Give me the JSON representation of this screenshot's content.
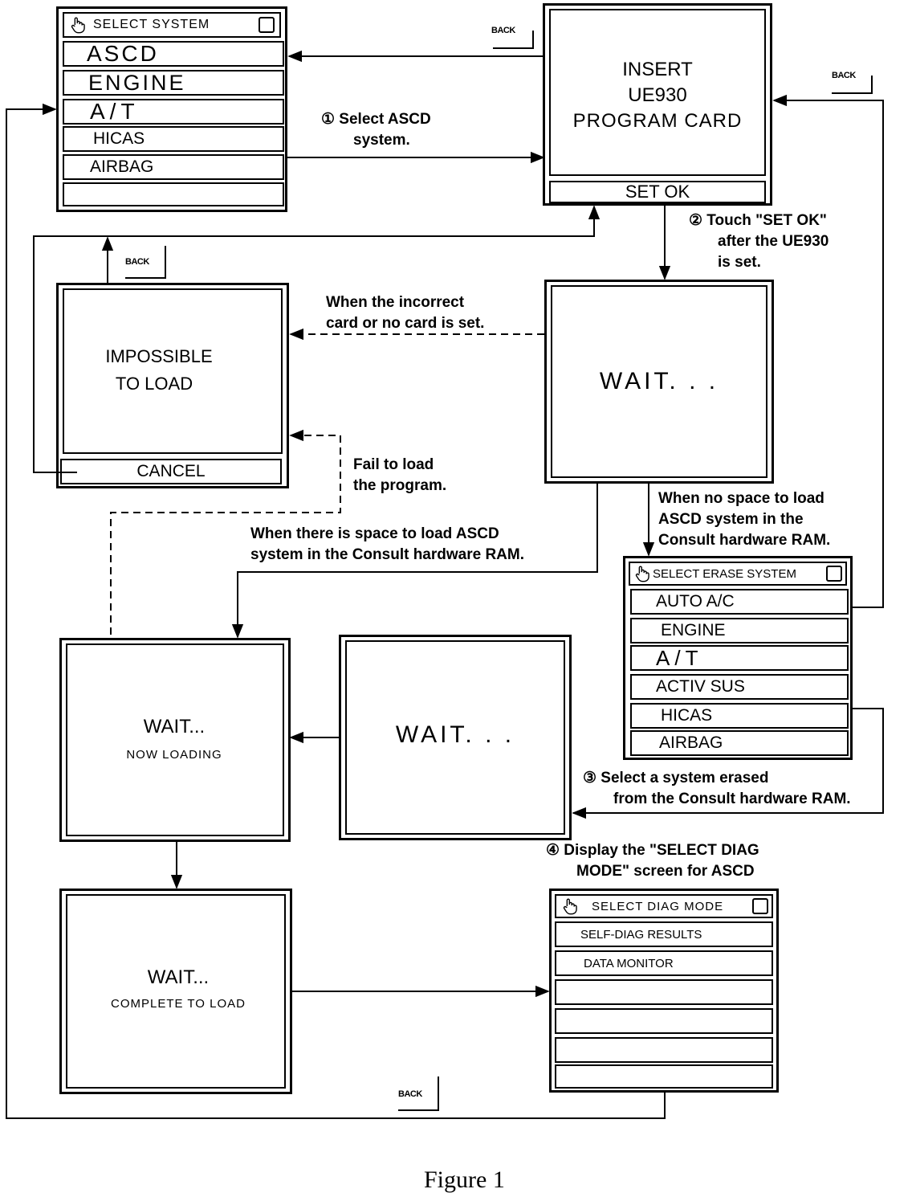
{
  "select_system": {
    "header": "SELECT  SYSTEM",
    "items": [
      "ASCD",
      "ENGINE",
      "A/T",
      "HICAS",
      "AIRBAG",
      ""
    ]
  },
  "insert_card": {
    "lines": [
      "INSERT",
      "UE930",
      "PROGRAM  CARD"
    ],
    "button": "SET  OK"
  },
  "impossible": {
    "lines": [
      "IMPOSSIBLE",
      "TO LOAD"
    ],
    "button": "CANCEL"
  },
  "wait_top": {
    "text": "WAIT. . ."
  },
  "wait_middle": {
    "text": "WAIT. . ."
  },
  "now_loading": {
    "title": "WAIT...",
    "subtitle": "NOW LOADING"
  },
  "complete_loading": {
    "title": "WAIT...",
    "subtitle": "COMPLETE TO LOAD"
  },
  "select_erase": {
    "header": "SELECT  ERASE  SYSTEM",
    "items": [
      "AUTO A/C",
      "ENGINE",
      "A/T",
      "ACTIV SUS",
      "HICAS",
      "AIRBAG"
    ]
  },
  "select_diag": {
    "header": "SELECT  DIAG  MODE",
    "items": [
      "SELF-DIAG RESULTS",
      "DATA  MONITOR",
      "",
      "",
      "",
      ""
    ]
  },
  "notes": {
    "step1": [
      "① Select ASCD",
      "system."
    ],
    "step2": [
      "② Touch \"SET OK\"",
      "after the UE930",
      "is set."
    ],
    "incorrect_card": [
      "When the incorrect",
      "card or no card is set."
    ],
    "fail_load": [
      "Fail to load",
      "the program."
    ],
    "space_ok": [
      "When there is space to load ASCD",
      "system in the Consult hardware RAM."
    ],
    "no_space": [
      "When no space to load",
      "ASCD system in the",
      "Consult hardware RAM."
    ],
    "step3": [
      "③ Select a system erased",
      "from the Consult hardware RAM."
    ],
    "step4": [
      "④ Display the \"SELECT DIAG",
      "MODE\" screen for ASCD"
    ]
  },
  "back_label": "BACK",
  "caption": "Figure 1"
}
